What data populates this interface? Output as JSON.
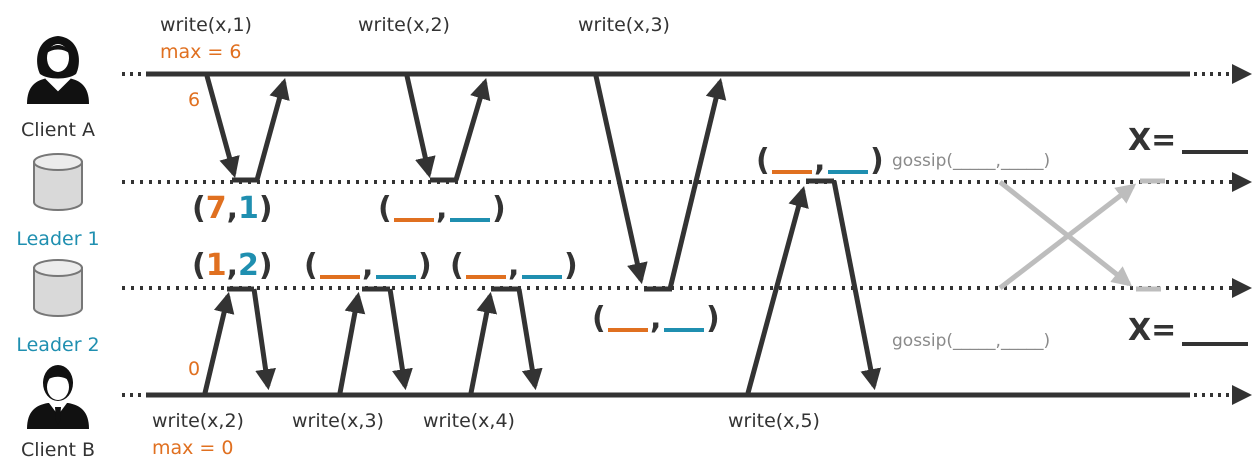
{
  "actors": {
    "client_a": "Client A",
    "leader_1": "Leader 1",
    "leader_2": "Leader 2",
    "client_b": "Client B"
  },
  "client_a_ops": {
    "op1": "write(x,1)",
    "max": "max = 6",
    "counter": "6",
    "op2": "write(x,2)",
    "op3": "write(x,3)"
  },
  "client_b_ops": {
    "op1": "write(x,2)",
    "max": "max = 0",
    "counter": "0",
    "op2": "write(x,3)",
    "op3": "write(x,4)",
    "op4": "write(x,5)"
  },
  "timestamps": {
    "l1_first_left": "7",
    "l1_first_right": "1",
    "l2_first_left": "1",
    "l2_first_right": "2",
    "open": "(",
    "comma": ",",
    "close": ")"
  },
  "gossip": {
    "top": "gossip(_____,_____)",
    "bottom": "gossip(_____,_____)"
  },
  "results": {
    "top": "X=",
    "bottom": "X="
  },
  "colors": {
    "timeline": "#333333",
    "orange": "#e07020",
    "blue": "#1f8fb0",
    "gossip_arrow": "#bdbdbd"
  },
  "icons": {
    "client_a": "female-user-icon",
    "leader_1": "database-icon",
    "leader_2": "database-icon",
    "client_b": "male-user-icon"
  }
}
